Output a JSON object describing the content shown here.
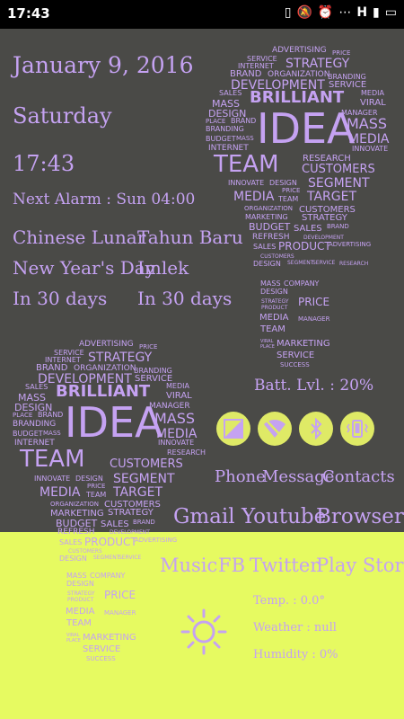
{
  "status_bar": {
    "time": "17:43",
    "carrier_mark": "H",
    "icons": [
      "sim-icon",
      "mute-icon",
      "alarm-icon",
      "more-dots-icon",
      "signal-icon",
      "battery-icon"
    ]
  },
  "clock_widget": {
    "date": "January 9, 2016",
    "weekday": "Saturday",
    "time": "17:43",
    "next_alarm": "Next Alarm : Sun 04:00"
  },
  "events": [
    {
      "lines": [
        "Chinese Lunar",
        "New Year's Day",
        "In 30 days"
      ]
    },
    {
      "lines": [
        "Tahun Baru",
        "Imlek",
        "In 30 days"
      ]
    }
  ],
  "battery_level": "Batt. Lvl. : 20%",
  "quick_toggles": [
    "brightness-toggle",
    "wifi-toggle",
    "bluetooth-toggle",
    "vibrate-toggle"
  ],
  "shortcuts_row1": [
    "Phone",
    "Message",
    "Contacts"
  ],
  "shortcuts_row2": [
    "Gmail",
    "Youtube",
    "Browser"
  ],
  "shortcuts_row3": [
    "Music",
    "FB",
    "Twitter",
    "Play Store"
  ],
  "weather": {
    "temp": "Temp. : 0.0°",
    "condition": "Weather : null",
    "humidity": "Humidity : 0%",
    "icon": "sun-icon"
  },
  "wallpaper_words": [
    "ADVERTISING",
    "PRICE",
    "SERVICE",
    "STRATEGY",
    "INTERNET",
    "BRAND",
    "ORGANIZATION",
    "BRANDING",
    "DEVELOPMENT",
    "SERVICE",
    "MEDIA",
    "SALES",
    "BRILLIANT",
    "VIRAL",
    "MASS",
    "DESIGN",
    "MANAGER",
    "PLACE",
    "BRAND",
    "MASS",
    "BRANDING",
    "IDEA",
    "MEDIA",
    "BUDGET",
    "MASS",
    "INTERNET",
    "INNOVATE",
    "TEAM",
    "RESEARCH",
    "CUSTOMERS",
    "INNOVATE",
    "DESIGN",
    "SEGMENT",
    "MEDIA",
    "PRICE",
    "TEAM",
    "TARGET",
    "ORGANIZATION",
    "CUSTOMERS",
    "MARKETING",
    "STRATEGY",
    "BUDGET",
    "SALES",
    "BRAND",
    "REFRESH",
    "DEVELOPMENT",
    "SALES",
    "PRODUCT",
    "ADVERTISING",
    "DESIGN",
    "SEGMENT",
    "CUSTOMERS",
    "SERVICE",
    "RESEARCH",
    "MASS",
    "COMPANY",
    "DESIGN",
    "STRATEGY",
    "PRODUCT",
    "PRICE",
    "MEDIA",
    "MANAGER",
    "TEAM",
    "VIRAL",
    "PLACE",
    "MARKETING",
    "SERVICE",
    "SUCCESS"
  ]
}
